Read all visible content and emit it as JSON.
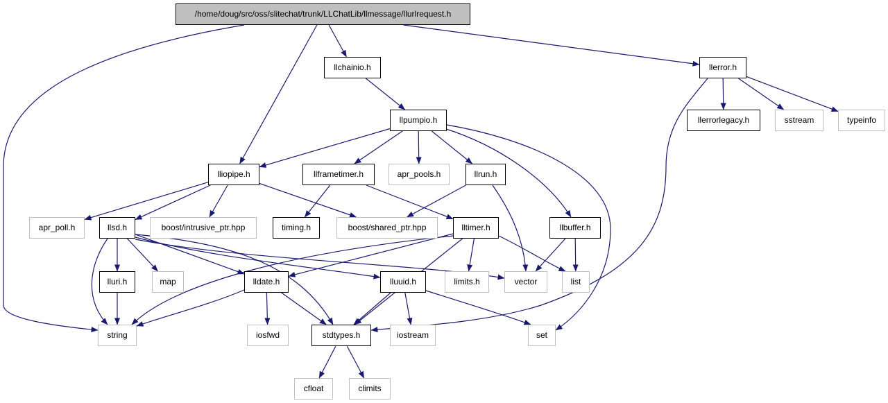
{
  "colors": {
    "edge": "#191970",
    "local_border": "#000000",
    "system_border": "#bfbfbf",
    "root_fill": "#bfbfbf"
  },
  "nodes": [
    {
      "id": "llurlrequest",
      "label": "/home/doug/src/oss/slitechat/trunk/LLChatLib/llmessage/llurlrequest.h",
      "kind": "root"
    },
    {
      "id": "llchainio",
      "label": "llchainio.h",
      "kind": "local"
    },
    {
      "id": "llerror",
      "label": "llerror.h",
      "kind": "local"
    },
    {
      "id": "llpumpio",
      "label": "llpumpio.h",
      "kind": "local"
    },
    {
      "id": "llerrorlegacy",
      "label": "llerrorlegacy.h",
      "kind": "local"
    },
    {
      "id": "sstream",
      "label": "sstream",
      "kind": "system"
    },
    {
      "id": "typeinfo",
      "label": "typeinfo",
      "kind": "system"
    },
    {
      "id": "lliopipe",
      "label": "lliopipe.h",
      "kind": "local"
    },
    {
      "id": "llframetimer",
      "label": "llframetimer.h",
      "kind": "local"
    },
    {
      "id": "apr_pools",
      "label": "apr_pools.h",
      "kind": "system"
    },
    {
      "id": "llrun",
      "label": "llrun.h",
      "kind": "local"
    },
    {
      "id": "apr_poll",
      "label": "apr_poll.h",
      "kind": "system"
    },
    {
      "id": "llsd",
      "label": "llsd.h",
      "kind": "local"
    },
    {
      "id": "intrusive_ptr",
      "label": "boost/intrusive_ptr.hpp",
      "kind": "system"
    },
    {
      "id": "timing",
      "label": "timing.h",
      "kind": "local"
    },
    {
      "id": "shared_ptr",
      "label": "boost/shared_ptr.hpp",
      "kind": "system"
    },
    {
      "id": "lltimer",
      "label": "lltimer.h",
      "kind": "local"
    },
    {
      "id": "llbuffer",
      "label": "llbuffer.h",
      "kind": "local"
    },
    {
      "id": "lluri",
      "label": "lluri.h",
      "kind": "local"
    },
    {
      "id": "map",
      "label": "map",
      "kind": "system"
    },
    {
      "id": "lldate",
      "label": "lldate.h",
      "kind": "local"
    },
    {
      "id": "lluuid",
      "label": "lluuid.h",
      "kind": "local"
    },
    {
      "id": "limits",
      "label": "limits.h",
      "kind": "system"
    },
    {
      "id": "vector",
      "label": "vector",
      "kind": "system"
    },
    {
      "id": "list",
      "label": "list",
      "kind": "system"
    },
    {
      "id": "string",
      "label": "string",
      "kind": "system"
    },
    {
      "id": "iosfwd",
      "label": "iosfwd",
      "kind": "system"
    },
    {
      "id": "stdtypes",
      "label": "stdtypes.h",
      "kind": "local"
    },
    {
      "id": "iostream",
      "label": "iostream",
      "kind": "system"
    },
    {
      "id": "set",
      "label": "set",
      "kind": "system"
    },
    {
      "id": "cfloat",
      "label": "cfloat",
      "kind": "system"
    },
    {
      "id": "climits",
      "label": "climits",
      "kind": "system"
    }
  ],
  "edges": [
    {
      "from": "llurlrequest",
      "to": "string"
    },
    {
      "from": "llurlrequest",
      "to": "lliopipe"
    },
    {
      "from": "llurlrequest",
      "to": "llchainio"
    },
    {
      "from": "llurlrequest",
      "to": "llerror"
    },
    {
      "from": "llchainio",
      "to": "llpumpio"
    },
    {
      "from": "llerror",
      "to": "stdtypes"
    },
    {
      "from": "llerror",
      "to": "llerrorlegacy"
    },
    {
      "from": "llerror",
      "to": "sstream"
    },
    {
      "from": "llerror",
      "to": "typeinfo"
    },
    {
      "from": "llpumpio",
      "to": "lliopipe"
    },
    {
      "from": "llpumpio",
      "to": "llframetimer"
    },
    {
      "from": "llpumpio",
      "to": "apr_pools"
    },
    {
      "from": "llpumpio",
      "to": "llrun"
    },
    {
      "from": "llpumpio",
      "to": "llbuffer"
    },
    {
      "from": "llpumpio",
      "to": "set"
    },
    {
      "from": "lliopipe",
      "to": "apr_poll"
    },
    {
      "from": "lliopipe",
      "to": "llsd"
    },
    {
      "from": "lliopipe",
      "to": "intrusive_ptr"
    },
    {
      "from": "lliopipe",
      "to": "shared_ptr"
    },
    {
      "from": "llframetimer",
      "to": "timing"
    },
    {
      "from": "llframetimer",
      "to": "lltimer"
    },
    {
      "from": "llrun",
      "to": "shared_ptr"
    },
    {
      "from": "llrun",
      "to": "vector"
    },
    {
      "from": "llbuffer",
      "to": "vector"
    },
    {
      "from": "llbuffer",
      "to": "list"
    },
    {
      "from": "llsd",
      "to": "string"
    },
    {
      "from": "llsd",
      "to": "lluri"
    },
    {
      "from": "llsd",
      "to": "map"
    },
    {
      "from": "llsd",
      "to": "lldate"
    },
    {
      "from": "llsd",
      "to": "lluuid"
    },
    {
      "from": "llsd",
      "to": "stdtypes"
    },
    {
      "from": "llsd",
      "to": "vector"
    },
    {
      "from": "lltimer",
      "to": "string"
    },
    {
      "from": "lltimer",
      "to": "lldate"
    },
    {
      "from": "lltimer",
      "to": "stdtypes"
    },
    {
      "from": "lltimer",
      "to": "limits"
    },
    {
      "from": "lltimer",
      "to": "list"
    },
    {
      "from": "lluri",
      "to": "string"
    },
    {
      "from": "lldate",
      "to": "string"
    },
    {
      "from": "lldate",
      "to": "iosfwd"
    },
    {
      "from": "lldate",
      "to": "stdtypes"
    },
    {
      "from": "lluuid",
      "to": "stdtypes"
    },
    {
      "from": "lluuid",
      "to": "iostream"
    },
    {
      "from": "lluuid",
      "to": "set"
    },
    {
      "from": "stdtypes",
      "to": "cfloat"
    },
    {
      "from": "stdtypes",
      "to": "climits"
    }
  ]
}
